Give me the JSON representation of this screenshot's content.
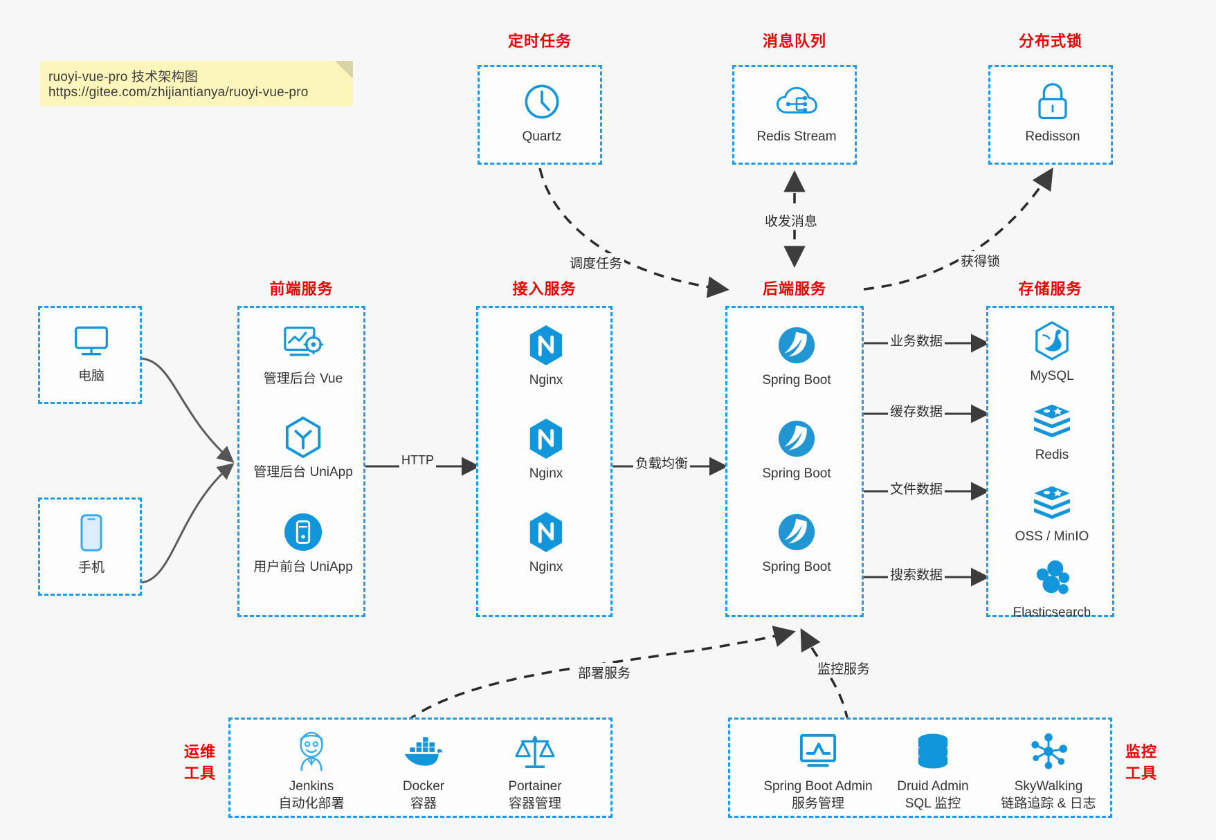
{
  "note": {
    "line1": "ruoyi-vue-pro 技术架构图",
    "line2": "https://gitee.com/zhijiantianya/ruoyi-vue-pro",
    "bg": "#fcf6bc"
  },
  "colors": {
    "group_border": "#1d9bf0",
    "group_title": "#ef0000",
    "icon": "#1296db",
    "arrow": "#3c3c3c",
    "page_bg": "#f7f7f7"
  },
  "groups": [
    {
      "key": "scheduled",
      "title": "定时任务"
    },
    {
      "key": "mq",
      "title": "消息队列"
    },
    {
      "key": "lock",
      "title": "分布式锁"
    },
    {
      "key": "frontend",
      "title": "前端服务"
    },
    {
      "key": "gateway",
      "title": "接入服务"
    },
    {
      "key": "backend",
      "title": "后端服务"
    },
    {
      "key": "storage",
      "title": "存储服务"
    },
    {
      "key": "devops",
      "title": "运维\n工具"
    },
    {
      "key": "monitor",
      "title": "监控\n工具"
    }
  ],
  "group_titles": {
    "scheduled": "定时任务",
    "mq": "消息队列",
    "lock": "分布式锁",
    "frontend": "前端服务",
    "gateway": "接入服务",
    "backend": "后端服务",
    "storage": "存储服务",
    "devops_l1": "运维",
    "devops_l2": "工具",
    "monitor_l1": "监控",
    "monitor_l2": "工具"
  },
  "nodes": {
    "quartz": {
      "label": "Quartz",
      "icon": "clock-icon"
    },
    "redis_stream": {
      "label": "Redis Stream",
      "icon": "cloud-network-icon"
    },
    "redisson": {
      "label": "Redisson",
      "icon": "padlock-icon"
    },
    "computer": {
      "label": "电脑",
      "icon": "desktop-monitor-icon"
    },
    "phone": {
      "label": "手机",
      "icon": "smartphone-icon"
    },
    "admin_vue": {
      "label": "管理后台 Vue",
      "icon": "dashboard-gear-icon"
    },
    "admin_uniapp": {
      "label": "管理后台 UniApp",
      "icon": "uniapp-cube-icon"
    },
    "user_uniapp": {
      "label": "用户前台 UniApp",
      "icon": "mobile-app-icon"
    },
    "nginx1": {
      "label": "Nginx",
      "icon": "nginx-icon"
    },
    "nginx2": {
      "label": "Nginx",
      "icon": "nginx-icon"
    },
    "nginx3": {
      "label": "Nginx",
      "icon": "nginx-icon"
    },
    "spring1": {
      "label": "Spring Boot",
      "icon": "spring-leaf-icon"
    },
    "spring2": {
      "label": "Spring Boot",
      "icon": "spring-leaf-icon"
    },
    "spring3": {
      "label": "Spring Boot",
      "icon": "spring-leaf-icon"
    },
    "mysql": {
      "label": "MySQL",
      "icon": "mysql-dolphin-icon"
    },
    "redis": {
      "label": "Redis",
      "icon": "redis-stack-icon"
    },
    "oss": {
      "label": "OSS / MinIO",
      "icon": "oss-stack-icon"
    },
    "elasticsearch": {
      "label": "Elasticsearch",
      "icon": "elasticsearch-icon"
    },
    "jenkins": {
      "label": "Jenkins",
      "sub": "自动化部署",
      "icon": "jenkins-butler-icon"
    },
    "docker": {
      "label": "Docker",
      "sub": "容器",
      "icon": "docker-whale-icon"
    },
    "portainer": {
      "label": "Portainer",
      "sub": "容器管理",
      "icon": "portainer-scales-icon"
    },
    "sba": {
      "label": "Spring Boot Admin",
      "sub": "服务管理",
      "icon": "monitor-chart-icon"
    },
    "druid": {
      "label": "Druid Admin",
      "sub": "SQL 监控",
      "icon": "database-icon"
    },
    "skywalking": {
      "label": "SkyWalking",
      "sub": "链路追踪 & 日志",
      "icon": "skywalking-node-icon"
    }
  },
  "edges": [
    {
      "key": "schedule_task",
      "label": "调度任务",
      "from": "quartz",
      "to": "backend",
      "style": "dashed"
    },
    {
      "key": "mq_messages",
      "label": "收发消息",
      "from": "redis_stream",
      "to": "backend",
      "style": "dashed-bidirectional"
    },
    {
      "key": "acquire_lock",
      "label": "获得锁",
      "from": "backend",
      "to": "redisson",
      "style": "dashed"
    },
    {
      "key": "http",
      "label": "HTTP",
      "from": "frontend",
      "to": "gateway",
      "style": "solid"
    },
    {
      "key": "load_balance",
      "label": "负载均衡",
      "from": "gateway",
      "to": "backend",
      "style": "solid"
    },
    {
      "key": "biz_data",
      "label": "业务数据",
      "from": "backend",
      "to": "mysql",
      "style": "solid"
    },
    {
      "key": "cache_data",
      "label": "缓存数据",
      "from": "backend",
      "to": "redis",
      "style": "solid"
    },
    {
      "key": "file_data",
      "label": "文件数据",
      "from": "backend",
      "to": "oss",
      "style": "solid"
    },
    {
      "key": "search_data",
      "label": "搜索数据",
      "from": "backend",
      "to": "elasticsearch",
      "style": "solid"
    },
    {
      "key": "deploy_service",
      "label": "部署服务",
      "from": "devops",
      "to": "backend",
      "style": "dashed"
    },
    {
      "key": "monitor_service",
      "label": "监控服务",
      "from": "monitor",
      "to": "backend",
      "style": "dashed"
    }
  ],
  "edge_labels": {
    "schedule_task": "调度任务",
    "mq_messages": "收发消息",
    "acquire_lock": "获得锁",
    "http": "HTTP",
    "load_balance": "负载均衡",
    "biz_data": "业务数据",
    "cache_data": "缓存数据",
    "file_data": "文件数据",
    "search_data": "搜索数据",
    "deploy_service": "部署服务",
    "monitor_service": "监控服务"
  }
}
